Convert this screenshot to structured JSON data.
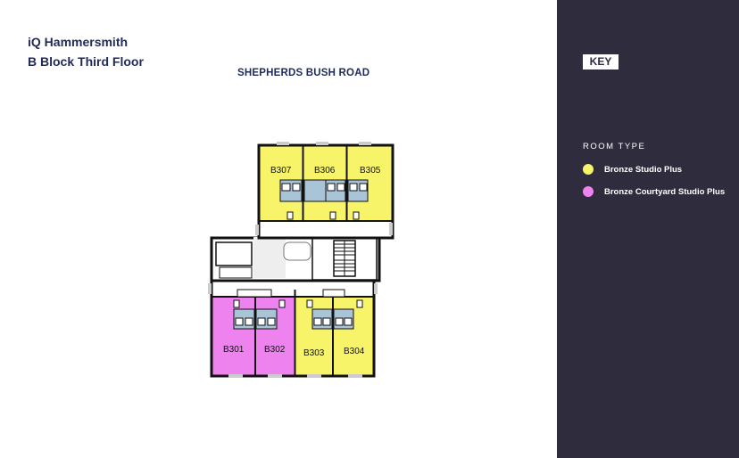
{
  "header": {
    "building": "iQ Hammersmith",
    "floor": "B Block Third Floor"
  },
  "road_label": "SHEPHERDS BUSH ROAD",
  "key": {
    "badge": "KEY",
    "heading": "ROOM TYPE",
    "items": [
      {
        "label": "Bronze Studio Plus",
        "color": "#f7f46a"
      },
      {
        "label": "Bronze Courtyard Studio Plus",
        "color": "#ee82ee"
      }
    ]
  },
  "rooms": [
    {
      "label": "B301",
      "type": "Bronze Courtyard Studio Plus"
    },
    {
      "label": "B302",
      "type": "Bronze Courtyard Studio Plus"
    },
    {
      "label": "B303",
      "type": "Bronze Studio Plus"
    },
    {
      "label": "B304",
      "type": "Bronze Studio Plus"
    },
    {
      "label": "B305",
      "type": "Bronze Studio Plus"
    },
    {
      "label": "B306",
      "type": "Bronze Studio Plus"
    },
    {
      "label": "B307",
      "type": "Bronze Studio Plus"
    }
  ],
  "colors": {
    "panel": "#2e2c3d",
    "title": "#1f2a5a",
    "wall": "#111111",
    "bathroom": "#a9c4d6"
  }
}
